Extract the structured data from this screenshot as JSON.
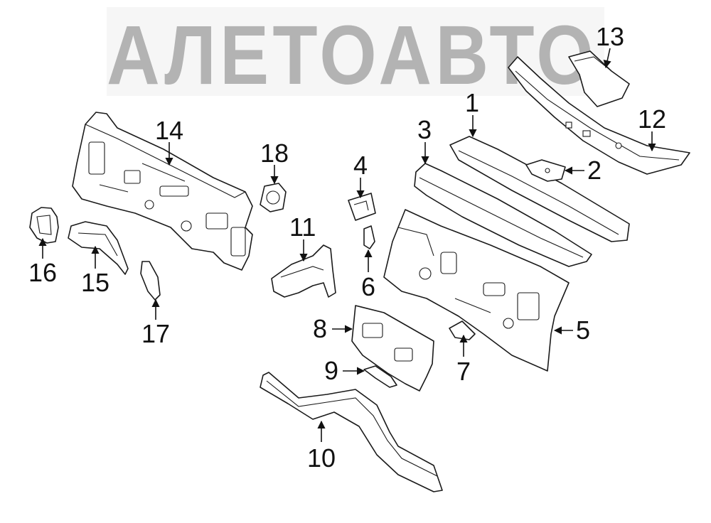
{
  "watermark": {
    "text": "АЛЕТОАВТО",
    "color": "#9a9a9a"
  },
  "callouts": [
    {
      "id": "c1",
      "label": "1"
    },
    {
      "id": "c2",
      "label": "2"
    },
    {
      "id": "c3",
      "label": "3"
    },
    {
      "id": "c4",
      "label": "4"
    },
    {
      "id": "c5",
      "label": "5"
    },
    {
      "id": "c6",
      "label": "6"
    },
    {
      "id": "c7",
      "label": "7"
    },
    {
      "id": "c8",
      "label": "8"
    },
    {
      "id": "c9",
      "label": "9"
    },
    {
      "id": "c10",
      "label": "10"
    },
    {
      "id": "c11",
      "label": "11"
    },
    {
      "id": "c12",
      "label": "12"
    },
    {
      "id": "c13",
      "label": "13"
    },
    {
      "id": "c14",
      "label": "14"
    },
    {
      "id": "c15",
      "label": "15"
    },
    {
      "id": "c16",
      "label": "16"
    },
    {
      "id": "c17",
      "label": "17"
    },
    {
      "id": "c18",
      "label": "18"
    }
  ]
}
